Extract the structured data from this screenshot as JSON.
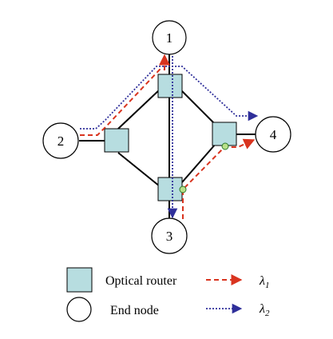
{
  "nodes": {
    "n1": "1",
    "n2": "2",
    "n3": "3",
    "n4": "4"
  },
  "legend": {
    "router_label": "Optical router",
    "end_node_label": "End node",
    "lambda1_label": "λ",
    "lambda1_sub": "1",
    "lambda2_label": "λ",
    "lambda2_sub": "2"
  },
  "colors": {
    "router_fill": "#b7dde0",
    "lambda1": "#d9341f",
    "lambda2": "#2f2f9a",
    "converter": "#b9e08a"
  }
}
